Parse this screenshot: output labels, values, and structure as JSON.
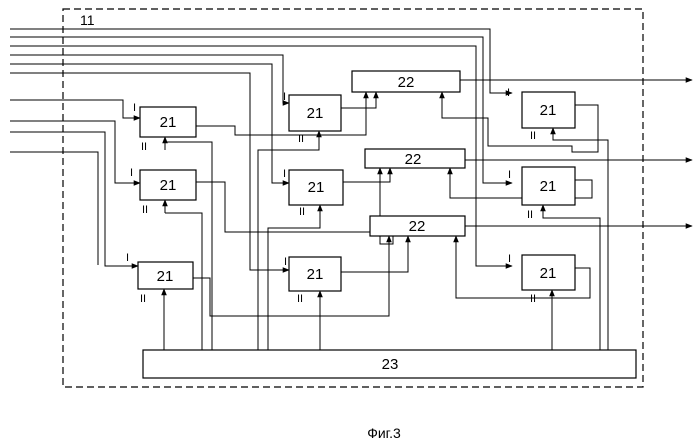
{
  "frame_label": "11",
  "caption": "Фиг.3",
  "port_labels": {
    "input": "I",
    "control": "II"
  },
  "blocks": {
    "b21_tl": "21",
    "b21_ml": "21",
    "b21_bl": "21",
    "b21_tc": "21",
    "b21_mc": "21",
    "b21_bc": "21",
    "b21_tr": "21",
    "b21_mr": "21",
    "b21_br": "21",
    "b22_t": "22",
    "b22_m": "22",
    "b22_b": "22",
    "b23": "23"
  }
}
